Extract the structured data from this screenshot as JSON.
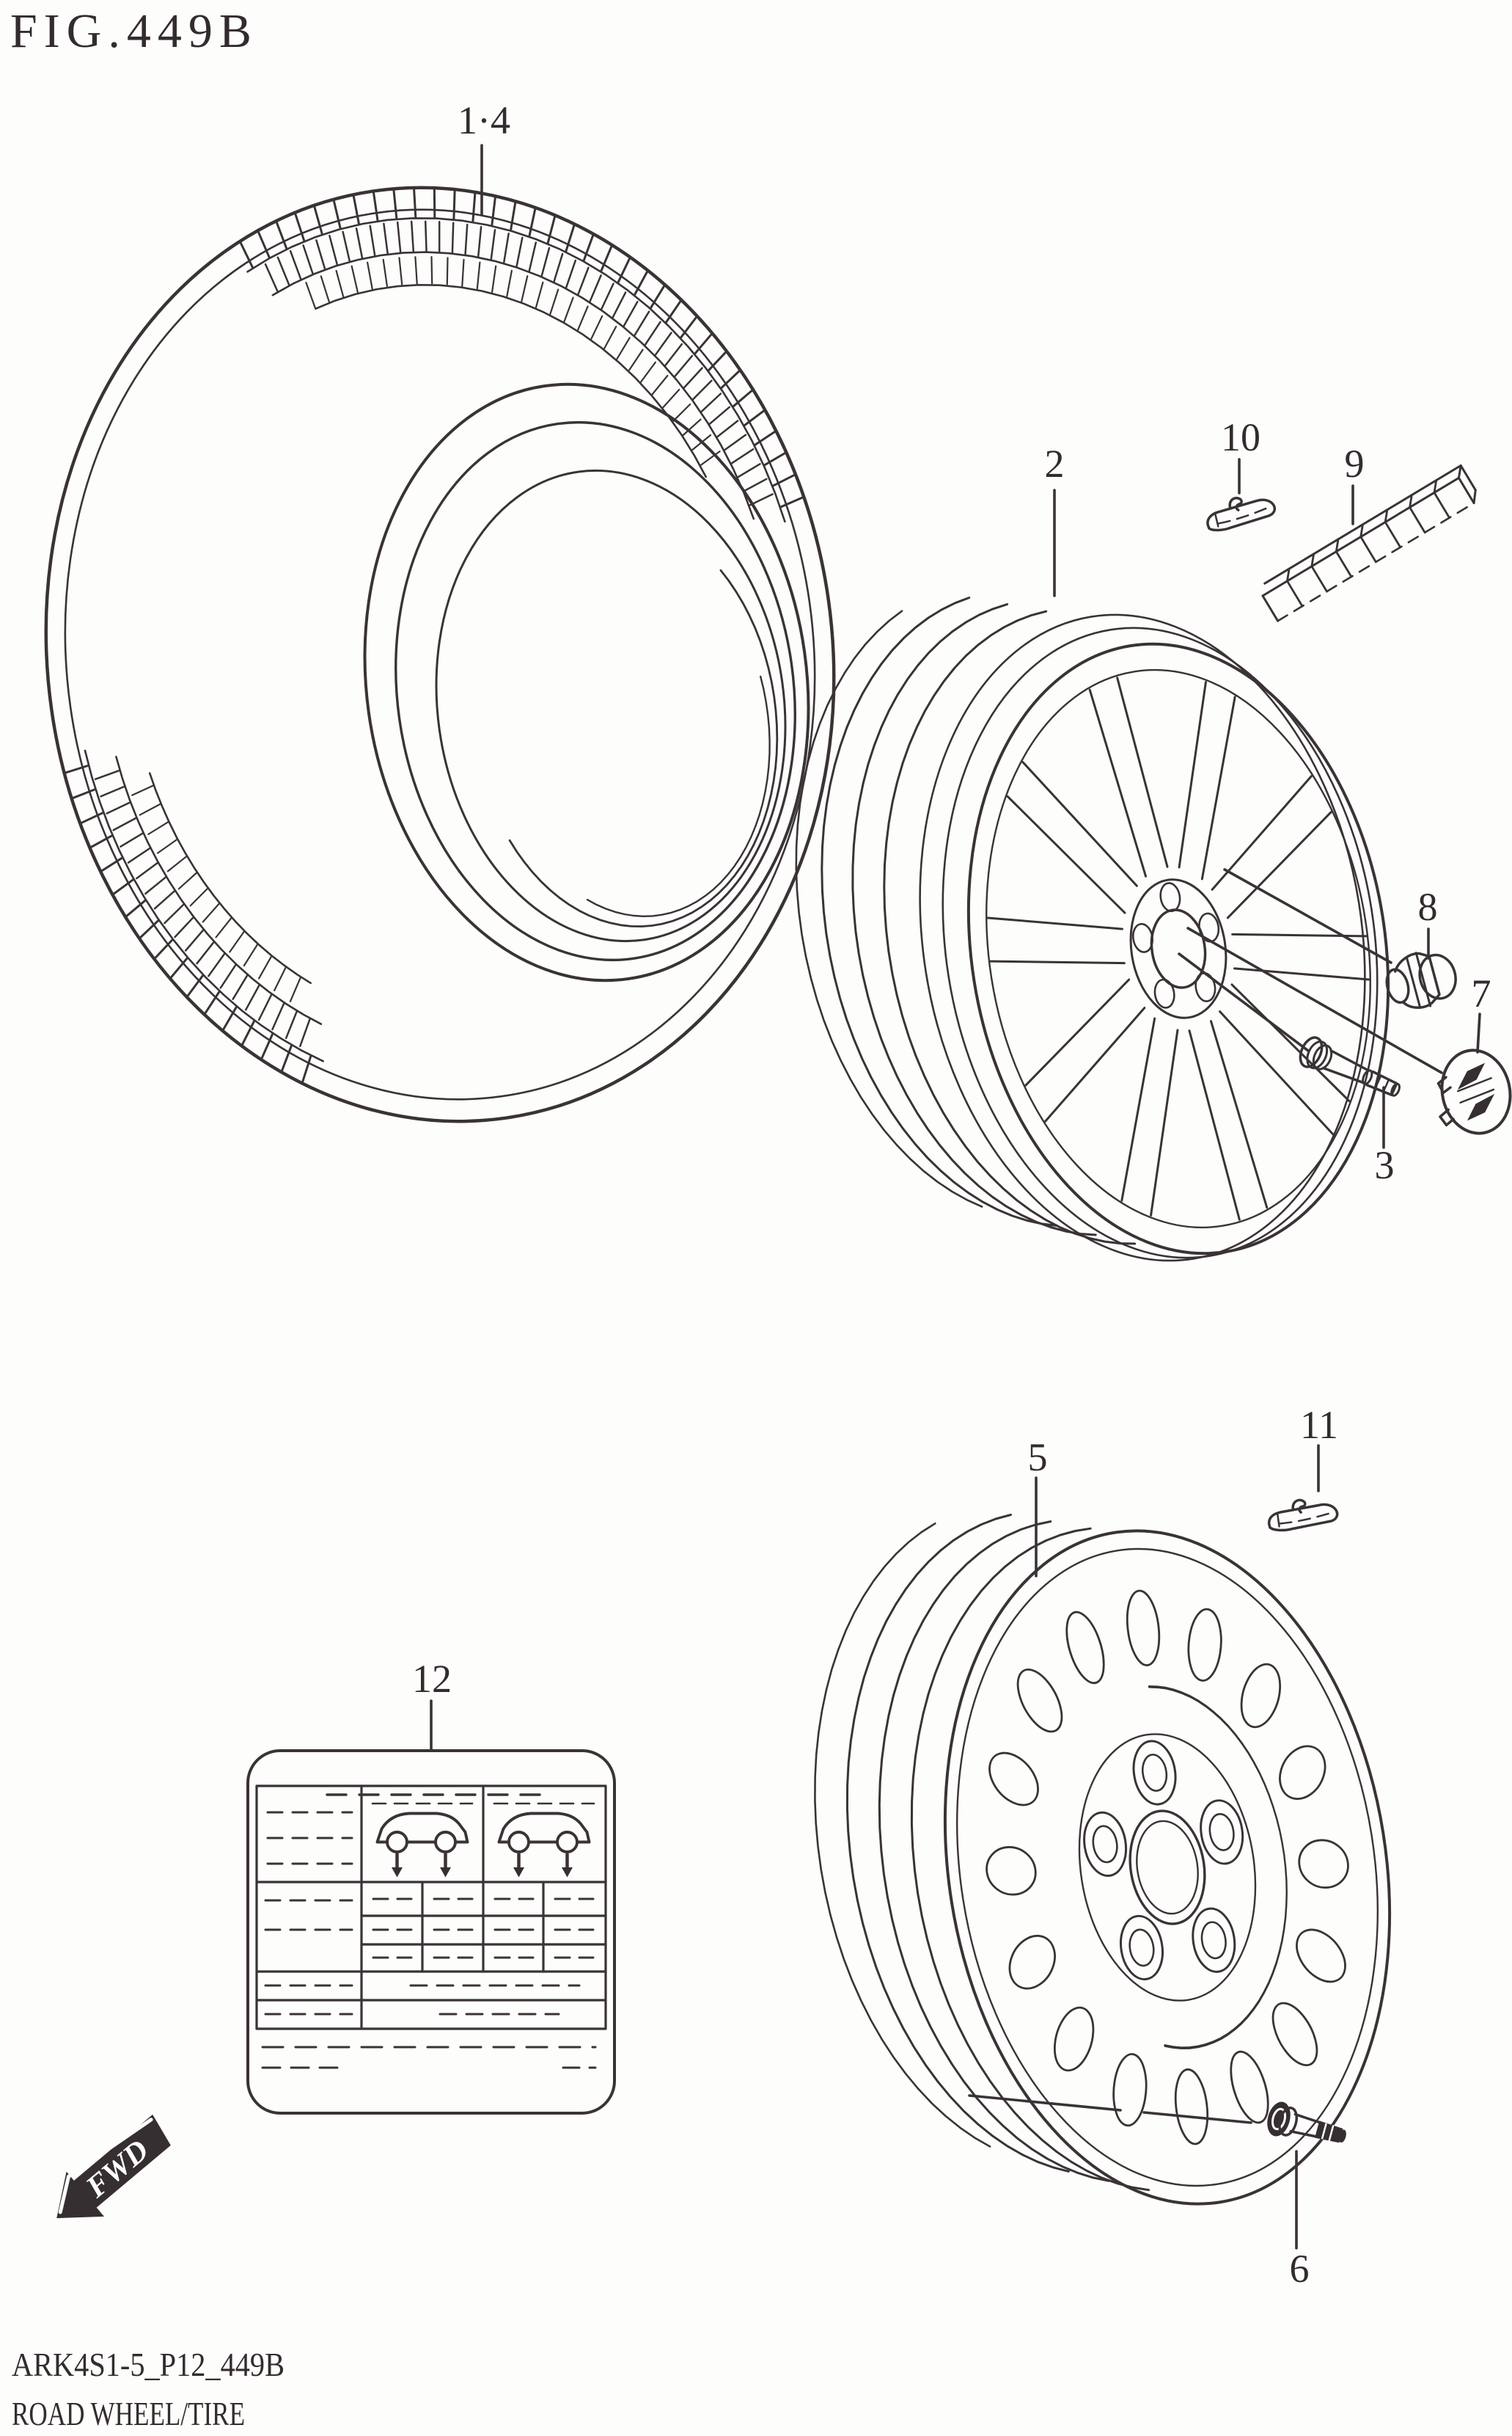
{
  "figure": {
    "number": "FIG.449B",
    "code": "ARK4S1-5_P12_449B",
    "name": "ROAD WHEEL/TIRE"
  },
  "fwd_marker": {
    "label": "FWD"
  },
  "callouts": {
    "tire": "1·4",
    "alloy_wheel": "2",
    "tpms_valve": "3",
    "steel_wheel": "5",
    "snap_in_valve": "6",
    "center_cap": "7",
    "wheel_nut": "8",
    "weight_strip": "9",
    "clip_weight_alloy": "10",
    "clip_weight_steel": "11",
    "tire_placard": "12"
  },
  "colors": {
    "line": "#3a3335",
    "background": "#fdfdfc"
  }
}
